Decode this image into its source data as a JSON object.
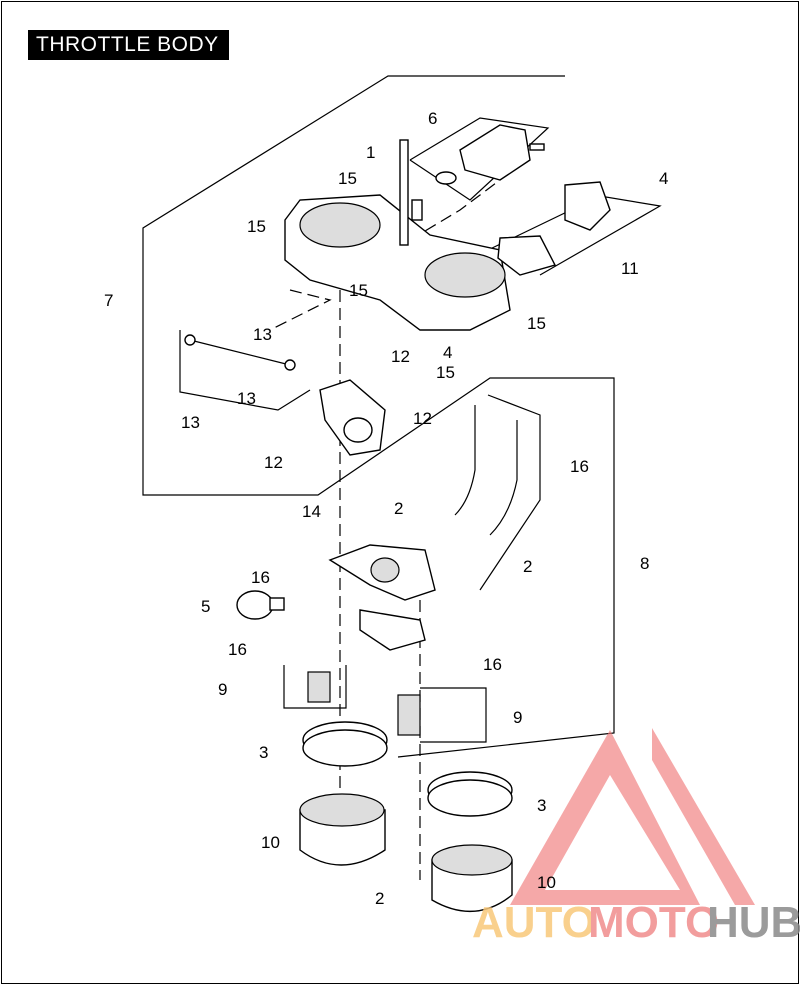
{
  "title": "THROTTLE BODY",
  "callouts": [
    "1",
    "6",
    "4",
    "15",
    "15",
    "11",
    "7",
    "15",
    "15",
    "13",
    "12",
    "4",
    "15",
    "13",
    "13",
    "12",
    "12",
    "16",
    "2",
    "14",
    "2",
    "16",
    "8",
    "5",
    "16",
    "16",
    "9",
    "9",
    "3",
    "3",
    "10",
    "10",
    "2"
  ],
  "watermark": {
    "part1": "AUTO",
    "part2": "MOTO",
    "part3": "HUB",
    "colors": {
      "auto": "#f9c87a",
      "moto": "#f08c8c",
      "hub": "#8a8a8a",
      "triangle": "#f08080"
    }
  }
}
